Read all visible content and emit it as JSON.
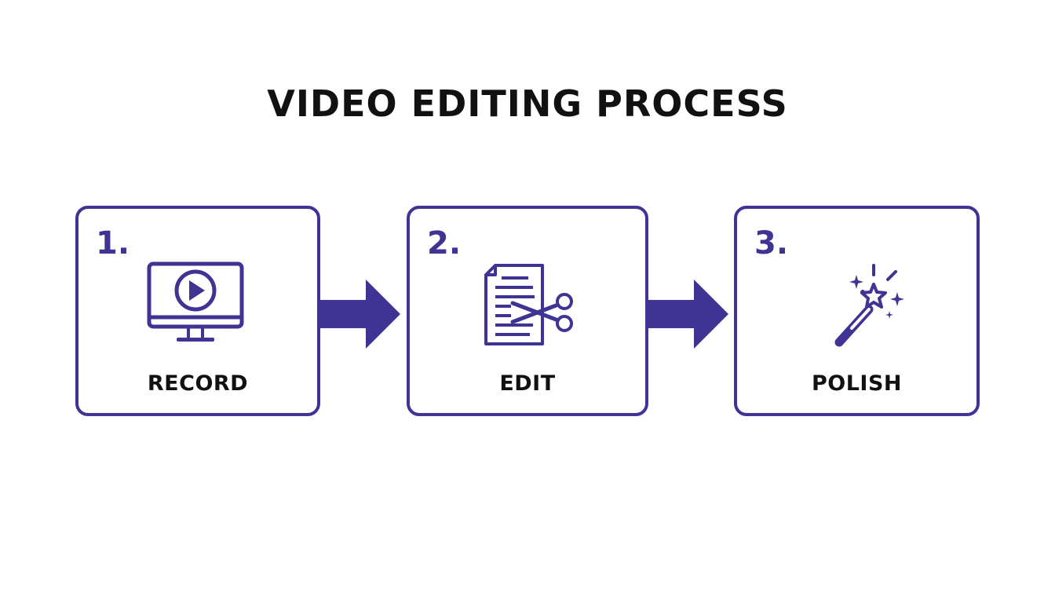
{
  "title": "VIDEO EDITING PROCESS",
  "colors": {
    "accent": "#3f3394",
    "text": "#111111",
    "background": "#ffffff"
  },
  "steps": [
    {
      "number": "1.",
      "label": "RECORD",
      "icon": "monitor-play-icon"
    },
    {
      "number": "2.",
      "label": "EDIT",
      "icon": "document-scissors-icon"
    },
    {
      "number": "3.",
      "label": "POLISH",
      "icon": "magic-wand-icon"
    }
  ],
  "connectors": [
    "arrow-right-icon",
    "arrow-right-icon"
  ]
}
